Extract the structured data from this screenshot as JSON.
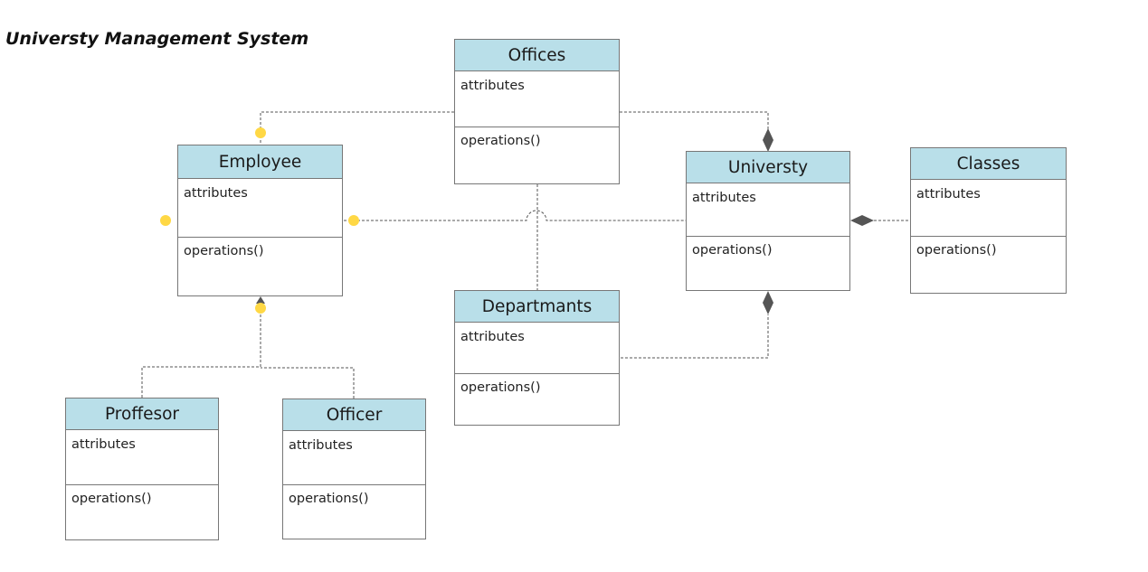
{
  "title": "Universty Management System",
  "colors": {
    "header_fill": "#b9dfe9",
    "border": "#777777",
    "connector": "#555555",
    "handle": "#ffd845"
  },
  "classes": {
    "offices": {
      "name": "Offices",
      "attributes": "attributes",
      "operations": "operations()"
    },
    "employee": {
      "name": "Employee",
      "attributes": "attributes",
      "operations": "operations()"
    },
    "universty": {
      "name": "Universty",
      "attributes": "attributes",
      "operations": "operations()"
    },
    "classes": {
      "name": "Classes",
      "attributes": "attributes",
      "operations": "operations()"
    },
    "departmants": {
      "name": "Departmants",
      "attributes": "attributes",
      "operations": "operations()"
    },
    "proffesor": {
      "name": "Proffesor",
      "attributes": "attributes",
      "operations": "operations()"
    },
    "officer": {
      "name": "Officer",
      "attributes": "attributes",
      "operations": "operations()"
    }
  },
  "relations": [
    {
      "from": "Offices",
      "to": "Employee",
      "type": "association"
    },
    {
      "from": "Offices",
      "to": "Universty",
      "type": "composition"
    },
    {
      "from": "Employee",
      "to": "Universty",
      "type": "association"
    },
    {
      "from": "Offices",
      "to": "Departmants",
      "type": "association"
    },
    {
      "from": "Classes",
      "to": "Universty",
      "type": "composition"
    },
    {
      "from": "Departmants",
      "to": "Universty",
      "type": "composition"
    },
    {
      "from": "Proffesor",
      "to": "Employee",
      "type": "generalization"
    },
    {
      "from": "Officer",
      "to": "Employee",
      "type": "generalization"
    }
  ]
}
